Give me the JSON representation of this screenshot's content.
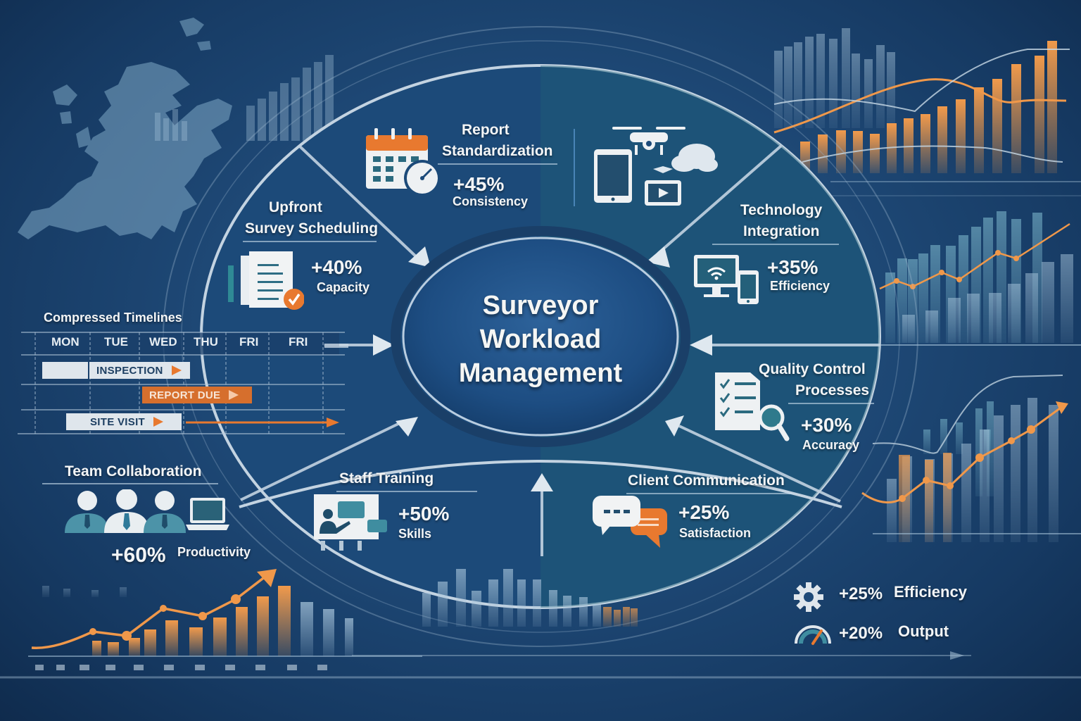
{
  "center": {
    "title_line1": "Surveyor",
    "title_line2": "Workload",
    "title_line3": "Management"
  },
  "segments": [
    {
      "id": "upfront-scheduling",
      "title_line1": "Upfront",
      "title_line2": "Survey Scheduling",
      "value": "+40%",
      "metric": "Capacity",
      "icon": "checklist-document-icon"
    },
    {
      "id": "report-standardization",
      "title_line1": "Report",
      "title_line2": "Standardization",
      "value": "+45%",
      "metric": "Consistency",
      "icon": "calendar-clock-icon"
    },
    {
      "id": "technology-integration",
      "title_line1": "Technology",
      "title_line2": "Integration",
      "value": "+35%",
      "metric": "Efficiency",
      "icon": "monitor-phone-wifi-icon"
    },
    {
      "id": "quality-control",
      "title_line1": "Quality Control",
      "title_line2": "Processes",
      "value": "+30%",
      "metric": "Accuracy",
      "icon": "checklist-magnifier-icon"
    },
    {
      "id": "client-communication",
      "title_line1": "Client Communication",
      "value": "+25%",
      "metric": "Satisfaction",
      "icon": "chat-bubbles-icon"
    },
    {
      "id": "staff-training",
      "title_line1": "Staff Training",
      "value": "+50%",
      "metric": "Skills",
      "icon": "presentation-icon"
    },
    {
      "id": "team-collaboration",
      "title_line1": "Team Collaboration",
      "value": "+60%",
      "metric": "Productivity",
      "icon": "team-laptop-icon"
    }
  ],
  "tech_icons": [
    "drone-icon",
    "tablet-icon",
    "cloud-icon",
    "video-player-icon"
  ],
  "timeline": {
    "title": "Compressed Timelines",
    "days": [
      "MON",
      "TUE",
      "WED",
      "THU",
      "FRI",
      "FRI"
    ],
    "bars": [
      {
        "label": "INSPECTION",
        "style": "light"
      },
      {
        "label": "REPORT DUE",
        "style": "orange"
      },
      {
        "label": "SITE VISIT",
        "style": "light"
      }
    ]
  },
  "summary": [
    {
      "value": "+25%",
      "metric": "Efficiency",
      "icon": "gear-icon"
    },
    {
      "value": "+20%",
      "metric": "Output",
      "icon": "speedometer-icon"
    }
  ],
  "colors": {
    "background": "#1f4a78",
    "accent_orange": "#e8792f",
    "teal": "#2d7487",
    "text": "#f3f5f6",
    "ring": "#b8cbdc"
  },
  "chart_data": [
    {
      "type": "bar",
      "title": "",
      "position": "top-right",
      "series": [
        {
          "name": "orange-bars",
          "values": [
            14,
            20,
            22,
            21,
            20,
            28,
            32,
            34,
            38,
            42,
            52,
            58,
            66,
            72,
            82
          ]
        },
        {
          "name": "orange-trend",
          "values": [
            22,
            28,
            34,
            40,
            44,
            46,
            46,
            44,
            40,
            38,
            38
          ]
        }
      ]
    },
    {
      "type": "line",
      "title": "",
      "position": "bottom-left",
      "series": [
        {
          "name": "orange-bars",
          "values": [
            6,
            6,
            8,
            12,
            16,
            14,
            18,
            24,
            28,
            34
          ]
        },
        {
          "name": "trend",
          "values": [
            4,
            12,
            9,
            22,
            18,
            28,
            40
          ]
        }
      ]
    },
    {
      "type": "line",
      "title": "",
      "position": "right-middle",
      "series": [
        {
          "name": "trend-upper",
          "values": [
            14,
            12,
            20,
            18,
            30,
            28,
            40
          ]
        },
        {
          "name": "trend-lower",
          "values": [
            4,
            8,
            14,
            12,
            24,
            28,
            34,
            42
          ]
        }
      ]
    }
  ]
}
